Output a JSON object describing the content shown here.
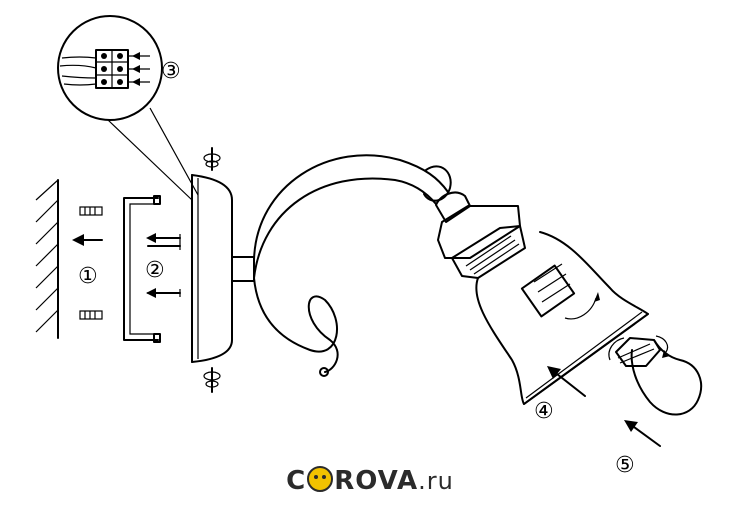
{
  "steps": [
    {
      "id": "1",
      "label": "①"
    },
    {
      "id": "2",
      "label": "②"
    },
    {
      "id": "3",
      "label": "③"
    },
    {
      "id": "4",
      "label": "④"
    },
    {
      "id": "5",
      "label": "⑤"
    }
  ],
  "watermark": {
    "part1": "C",
    "part2": "ROVA",
    "part3": ".ru"
  }
}
